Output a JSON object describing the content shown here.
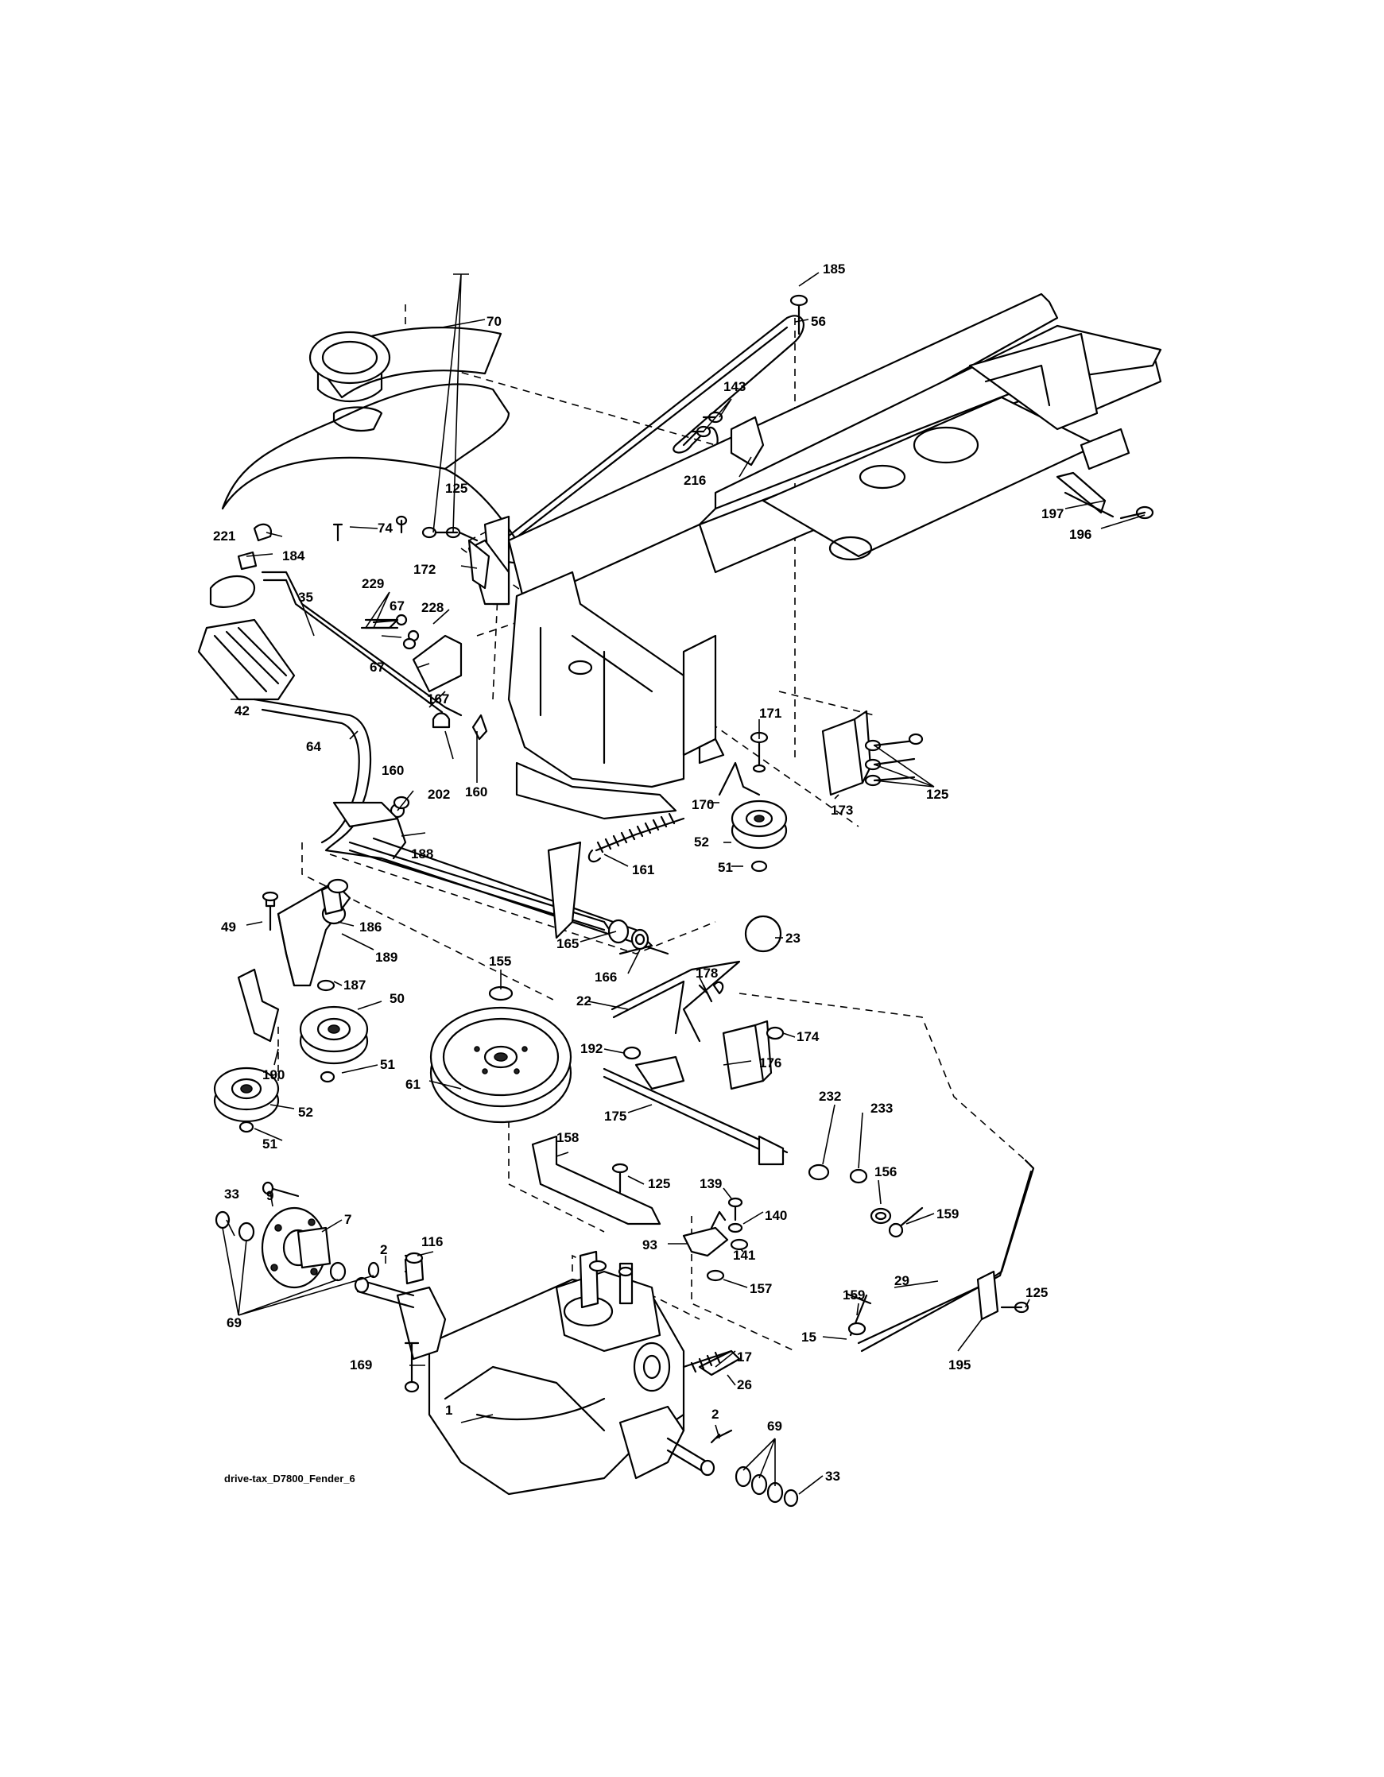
{
  "diagram": {
    "caption": "drive-tax_D7800_Fender_6",
    "callouts": [
      "70",
      "56",
      "143",
      "185",
      "216",
      "125",
      "74",
      "221",
      "184",
      "172",
      "35",
      "229",
      "67",
      "228",
      "67",
      "42",
      "167",
      "64",
      "160",
      "160",
      "202",
      "188",
      "171",
      "170",
      "173",
      "125",
      "52",
      "51",
      "161",
      "49",
      "186",
      "189",
      "165",
      "166",
      "23",
      "155",
      "187",
      "50",
      "178",
      "22",
      "174",
      "192",
      "176",
      "190",
      "51",
      "61",
      "52",
      "175",
      "232",
      "233",
      "51",
      "158",
      "125",
      "139",
      "156",
      "140",
      "159",
      "33",
      "9",
      "7",
      "93",
      "141",
      "2",
      "116",
      "157",
      "159",
      "29",
      "125",
      "69",
      "17",
      "15",
      "195",
      "169",
      "26",
      "1",
      "2",
      "69",
      "33",
      "197",
      "196"
    ]
  }
}
